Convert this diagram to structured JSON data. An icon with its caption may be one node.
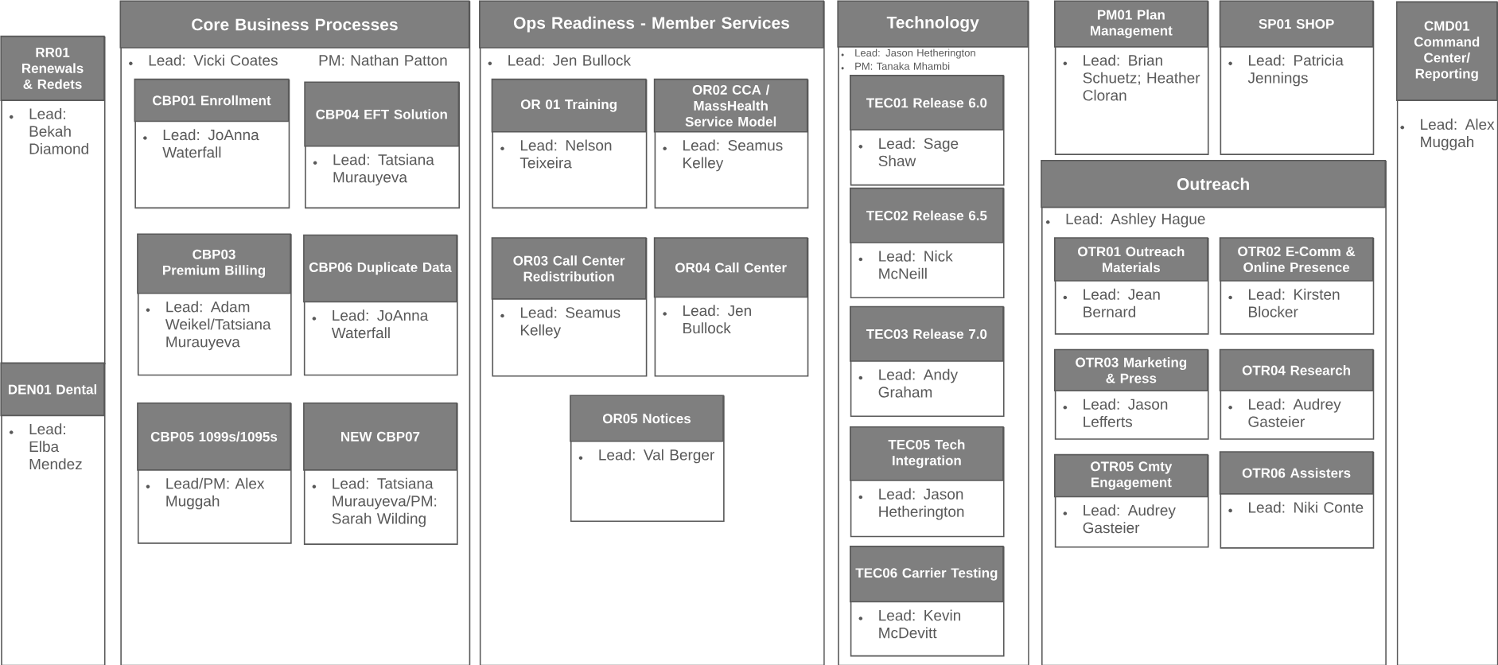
{
  "diagram": {
    "nodes": [
      {
        "text": [
          "RR01 Renewals & Redets",
          "Lead: Bekah Diamond"
        ]
      },
      {
        "text": [
          "DEN01 Dental",
          "Lead: Elba Mendez"
        ]
      },
      {
        "text": [
          "Core Business Processes",
          "Lead: Vicki Coates",
          "PM: Nathan Patton"
        ]
      },
      {
        "text": [
          "CBP01 Enrollment",
          "Lead: JoAnna Waterfall"
        ],
        "in": 2
      },
      {
        "text": [
          "CBP04 EFT Solution",
          "Lead: Tatsiana Murauyeva"
        ],
        "in": 2
      },
      {
        "text": [
          "CBP03 Premium Billing",
          "Lead: Adam Weikel/Tatsiana Murauyeva"
        ],
        "in": 2
      },
      {
        "text": [
          "CBP06 Duplicate Data",
          "Lead: JoAnna Waterfall"
        ],
        "in": 2
      },
      {
        "text": [
          "CBP05 1099s/1095s",
          "Lead/PM: Alex Muggah"
        ],
        "in": 2
      },
      {
        "text": [
          "NEW CBP07",
          "Lead: Tatsiana Murauyeva/PM: Sarah Wilding"
        ],
        "in": 2
      },
      {
        "text": [
          "Ops Readiness - Member Services",
          "Lead: Jen Bullock"
        ]
      },
      {
        "text": [
          "OR 01 Training",
          "Lead: Nelson Teixeira"
        ],
        "in": 9
      },
      {
        "text": [
          "OR02 CCA / MassHealth Service Model",
          "Lead: Seamus Kelley"
        ],
        "in": 9
      },
      {
        "text": [
          "OR03 Call Center Redistribution",
          "Lead: Seamus Kelley"
        ],
        "in": 9
      },
      {
        "text": [
          "OR04 Call Center",
          "Lead: Jen Bullock"
        ],
        "in": 9
      },
      {
        "text": [
          "OR05 Notices",
          "Lead: Val Berger"
        ],
        "in": 9
      },
      {
        "text": [
          "Technology",
          "Lead: Jason Hetherington",
          "PM: Tanaka Mhambi"
        ]
      },
      {
        "text": [
          "TEC01 Release 6.0",
          "Lead: Sage Shaw"
        ],
        "in": 15
      },
      {
        "text": [
          "TEC02 Release 6.5",
          "Lead: Nick McNeill"
        ],
        "in": 15
      },
      {
        "text": [
          "TEC03 Release 7.0",
          "Lead: Andy Graham"
        ],
        "in": 15
      },
      {
        "text": [
          "TEC05 Tech Integration",
          "Lead: Jason Hetherington"
        ],
        "in": 15
      },
      {
        "text": [
          "TEC06 Carrier Testing",
          "Lead: Kevin McDevitt"
        ],
        "in": 15
      },
      {
        "text": [
          "PM01 Plan Management",
          "Lead: Brian Schuetz; Heather Cloran"
        ]
      },
      {
        "text": [
          "SP01 SHOP",
          "Lead: Patricia Jennings"
        ]
      },
      {
        "text": [
          "Outreach",
          "Lead: Ashley Hague"
        ]
      },
      {
        "text": [
          "OTR01 Outreach Materials",
          "Lead: Jean Bernard"
        ],
        "in": 23
      },
      {
        "text": [
          "OTR02 E-Comm & Online Presence",
          "Lead: Kirsten Blocker"
        ],
        "in": 23
      },
      {
        "text": [
          "OTR03 Marketing & Press",
          "Lead: Jason Lefferts"
        ],
        "in": 23
      },
      {
        "text": [
          "OTR04 Research",
          "Lead: Audrey Gasteier"
        ],
        "in": 23
      },
      {
        "text": [
          "OTR05 Cmty Engagement",
          "Lead: Audrey Gasteier"
        ],
        "in": 23
      },
      {
        "text": [
          "OTR06 Assisters",
          "Lead: Niki Conte"
        ],
        "in": 23
      },
      {
        "text": [
          "CMD01 Command Center/ Reporting",
          "Lead: Alex Muggah"
        ]
      }
    ]
  }
}
